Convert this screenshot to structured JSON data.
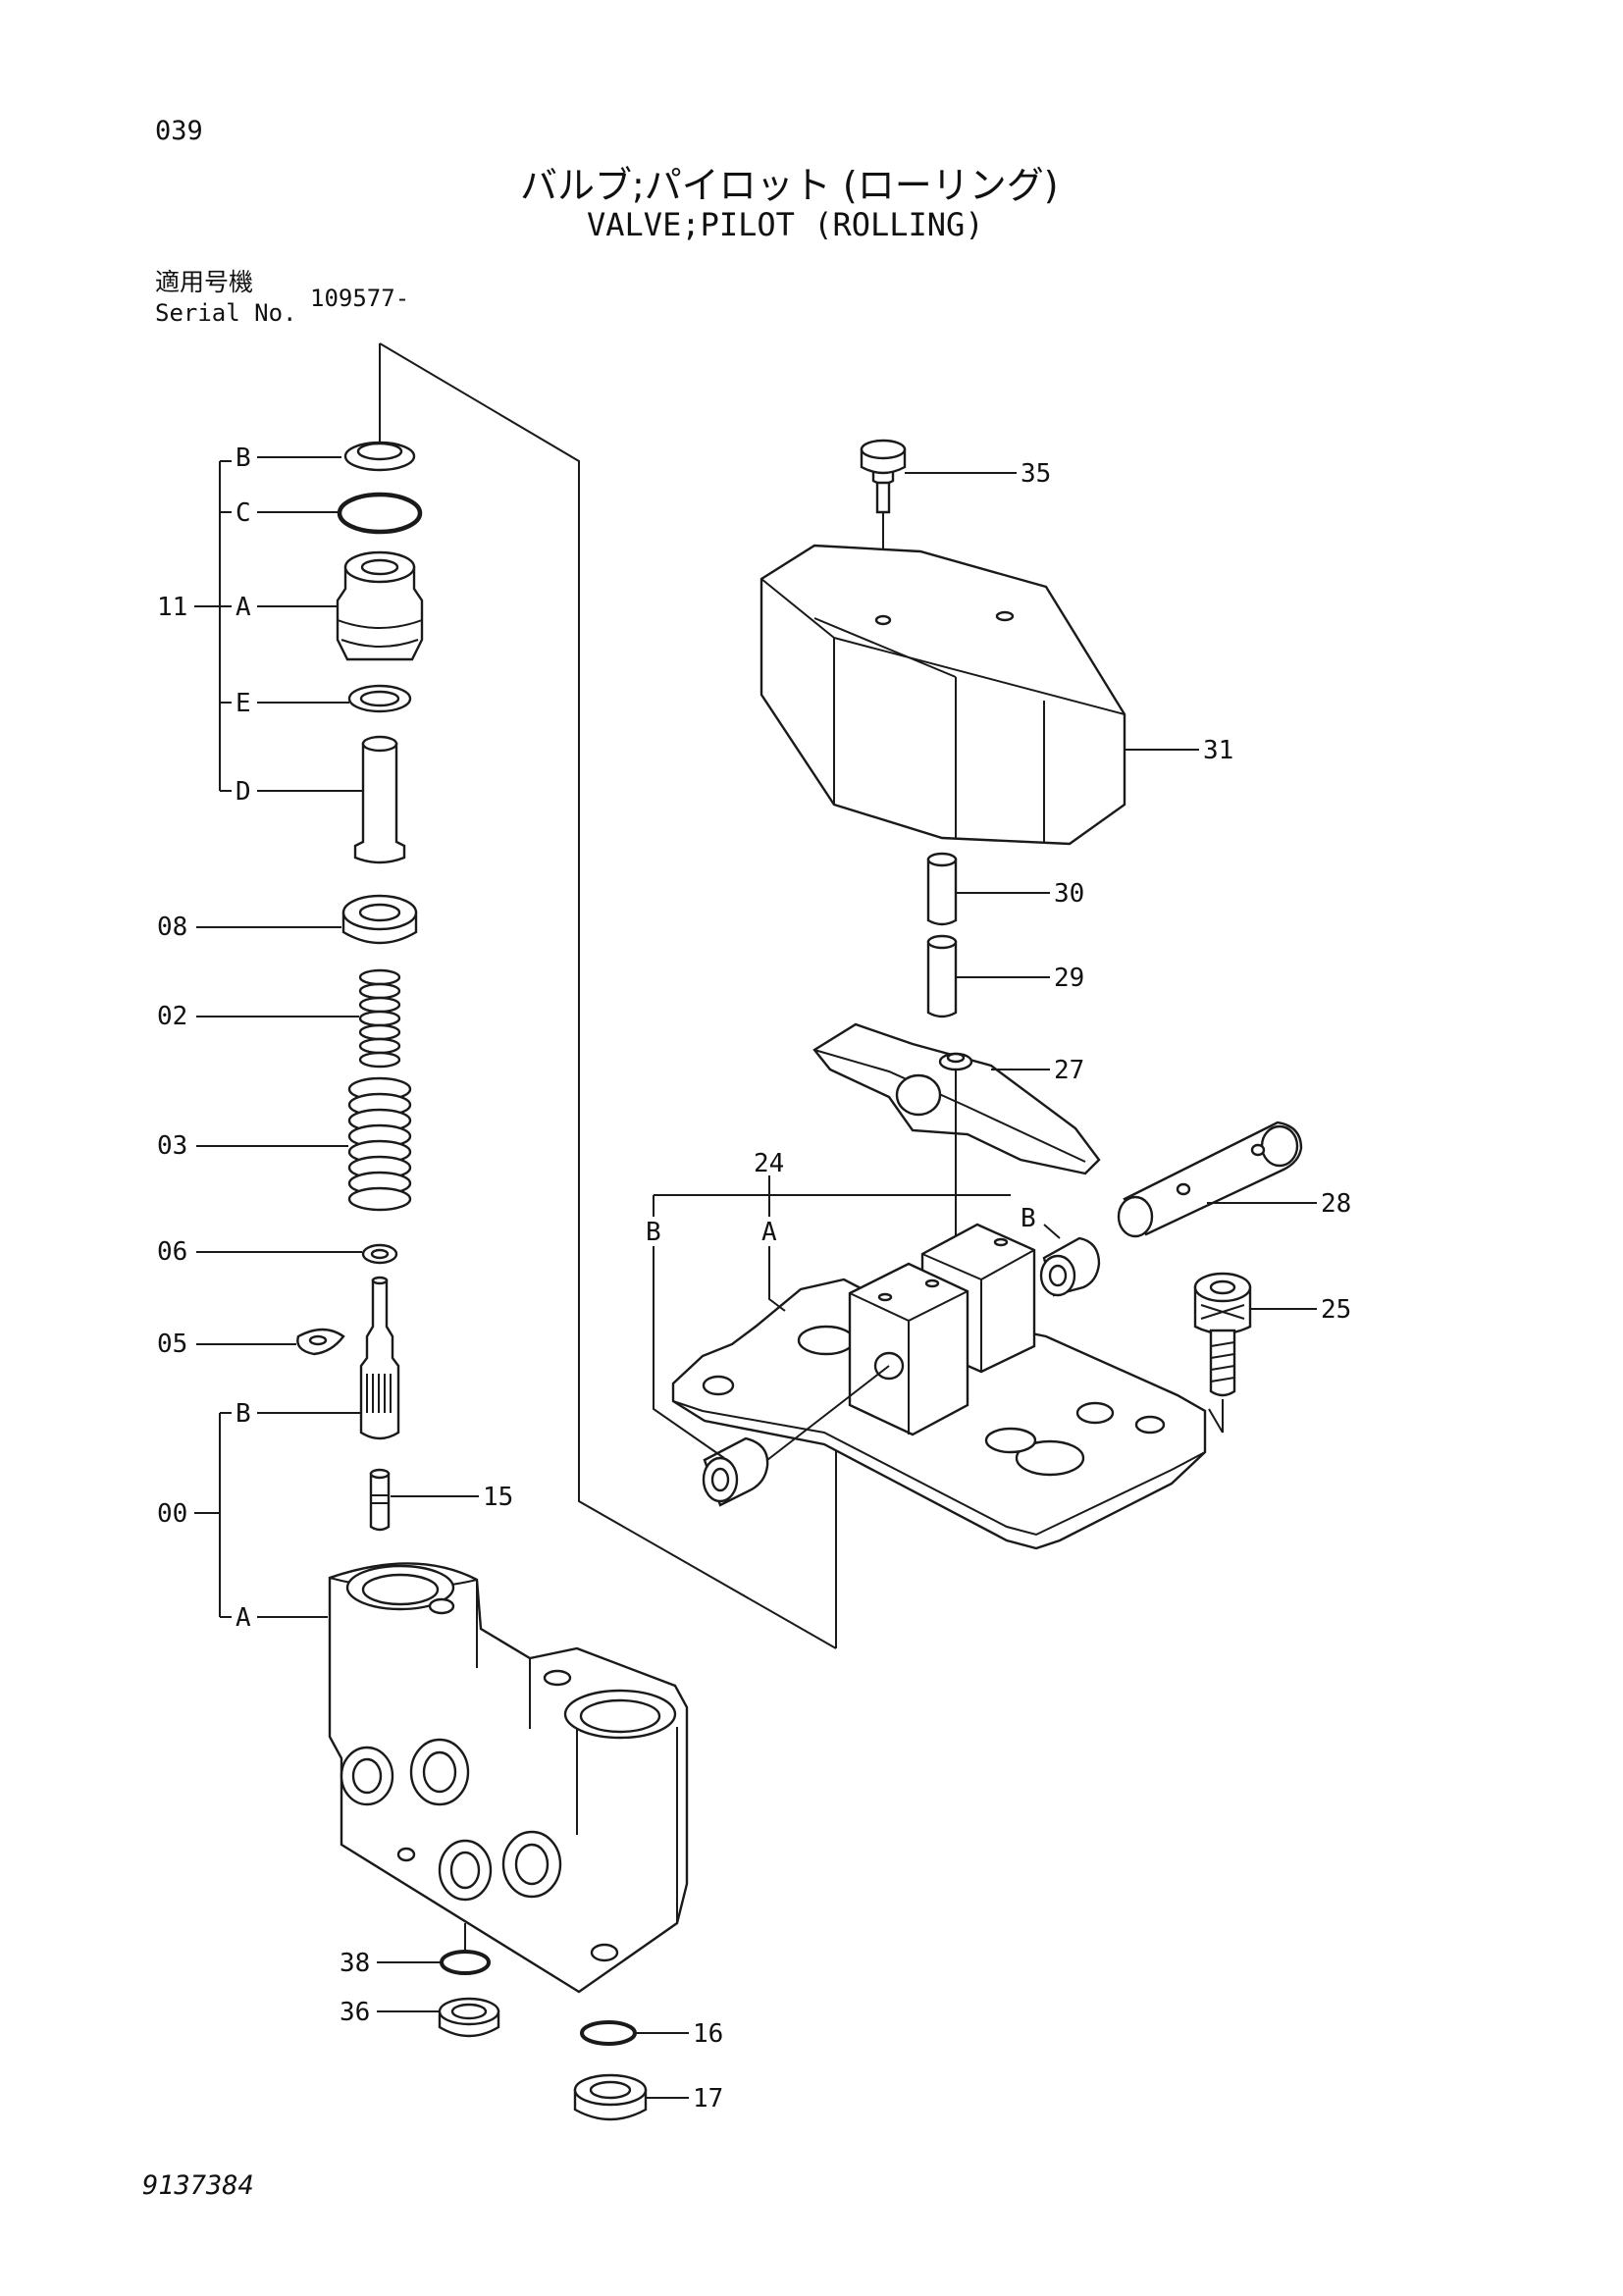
{
  "header": {
    "page_number": "039",
    "title_jp": "バルブ;パイロット (ローリング)",
    "title_en": "VALVE;PILOT (ROLLING)",
    "serial_label_jp": "適用号機",
    "serial_label_en": "Serial No.",
    "serial_value": "109577-"
  },
  "footer": {
    "drawing_number": "9137384"
  },
  "callouts": {
    "c11": "11",
    "c11_b": "B",
    "c11_c": "C",
    "c11_a": "A",
    "c11_e": "E",
    "c11_d": "D",
    "c08": "08",
    "c02": "02",
    "c03": "03",
    "c06": "06",
    "c05": "05",
    "c00": "00",
    "c00_b": "B",
    "c00_a": "A",
    "c15": "15",
    "c38": "38",
    "c36": "36",
    "c16": "16",
    "c17": "17",
    "c35": "35",
    "c31": "31",
    "c30": "30",
    "c29": "29",
    "c27": "27",
    "c24": "24",
    "c24_a": "A",
    "c24_b_left": "B",
    "c24_b_right": "B",
    "c28": "28",
    "c25": "25"
  }
}
